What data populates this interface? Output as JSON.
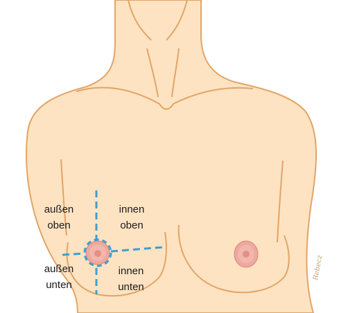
{
  "quadrant_labels": {
    "outer_upper": [
      "außen",
      "oben"
    ],
    "inner_upper": [
      "innen",
      "oben"
    ],
    "outer_lower": [
      "außen",
      "unten"
    ],
    "inner_lower": [
      "innen",
      "unten"
    ]
  },
  "signature": "Rebecz",
  "colors": {
    "skin": "#fde3c2",
    "outline": "#e2a466",
    "guide_lines": "#3aa0cf",
    "areola": "#eda8a0",
    "nipple": "#e48f84",
    "text": "#1a1a1a"
  }
}
